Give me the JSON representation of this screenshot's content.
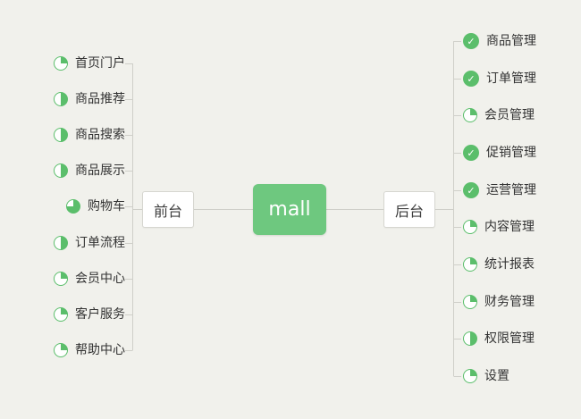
{
  "root": {
    "label": "mall"
  },
  "branches": {
    "left": {
      "label": "前台"
    },
    "right": {
      "label": "后台"
    }
  },
  "left_items": [
    {
      "label": "首页门户",
      "icon": "pie-25"
    },
    {
      "label": "商品推荐",
      "icon": "pie-50"
    },
    {
      "label": "商品搜索",
      "icon": "pie-50"
    },
    {
      "label": "商品展示",
      "icon": "pie-50"
    },
    {
      "label": "购物车",
      "icon": "pie-75"
    },
    {
      "label": "订单流程",
      "icon": "pie-50"
    },
    {
      "label": "会员中心",
      "icon": "pie-25"
    },
    {
      "label": "客户服务",
      "icon": "pie-25"
    },
    {
      "label": "帮助中心",
      "icon": "pie-25"
    }
  ],
  "right_items": [
    {
      "label": "商品管理",
      "icon": "check"
    },
    {
      "label": "订单管理",
      "icon": "check"
    },
    {
      "label": "会员管理",
      "icon": "pie-25"
    },
    {
      "label": "促销管理",
      "icon": "check"
    },
    {
      "label": "运营管理",
      "icon": "check"
    },
    {
      "label": "内容管理",
      "icon": "pie-25"
    },
    {
      "label": "统计报表",
      "icon": "pie-25"
    },
    {
      "label": "财务管理",
      "icon": "pie-25"
    },
    {
      "label": "权限管理",
      "icon": "pie-50"
    },
    {
      "label": "设置",
      "icon": "pie-25"
    }
  ],
  "colors": {
    "green": "#5bbe6b",
    "node_green": "#6ec87f",
    "line": "#cfcfc9",
    "background": "#f1f1ec"
  }
}
